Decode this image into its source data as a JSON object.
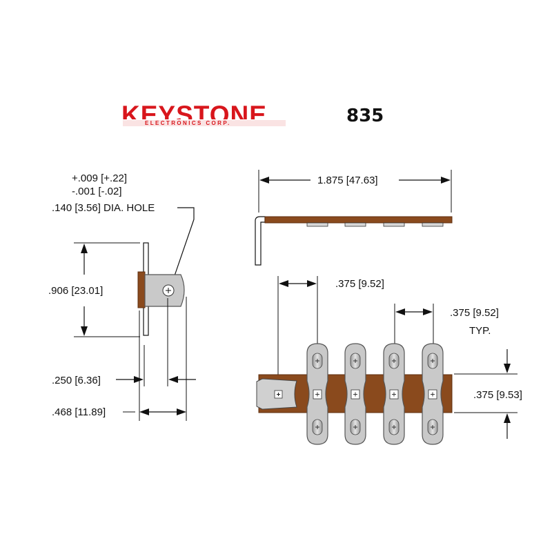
{
  "brand": {
    "name": "KEYSTONE",
    "tagline": "ELECTRONICS CORP."
  },
  "part_number": "835",
  "colors": {
    "logo_red": "#d8161c",
    "brass": "#8a4a1d",
    "brass_dark": "#5e2f10",
    "contact_gray": "#c9c9c9",
    "contact_edge": "#6b6b6b",
    "line": "#111111"
  },
  "dimensions": {
    "tolerance_plus": "+.009 [+.22]",
    "tolerance_minus": "-.001 [-.02]",
    "hole": ".140 [3.56] DIA. HOLE",
    "height": ".906 [23.01]",
    "tab_width": ".250 [6.36]",
    "overall_depth": ".468 [11.89]",
    "overall_length": "1.875 [47.63]",
    "first_pitch": ".375 [9.52]",
    "pitch": ".375 [9.52]",
    "pitch_note": "TYP.",
    "strip_width": ".375 [9.53]"
  }
}
